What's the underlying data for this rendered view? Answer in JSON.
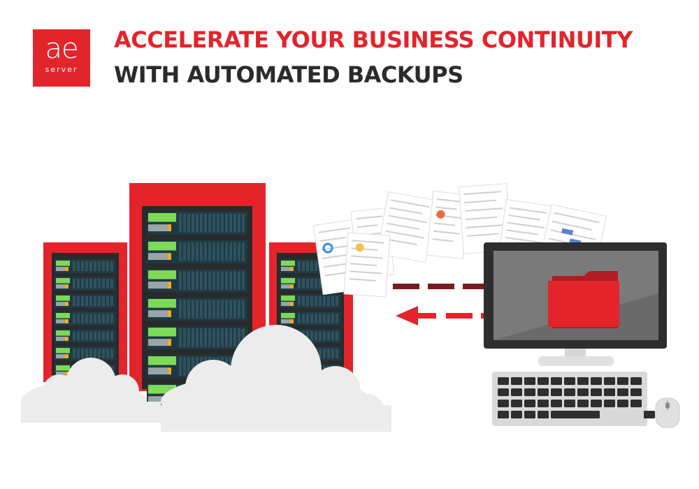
{
  "brand": {
    "logo_main": "ae",
    "logo_sub": "server"
  },
  "headline": {
    "line1": "ACCELERATE YOUR BUSINESS CONTINUITY",
    "line2": "WITH AUTOMATED BACKUPS"
  },
  "colors": {
    "brand_red": "#e3242b",
    "dark_red": "#7a1b1b",
    "headline_dark": "#2b2b2b",
    "led_green": "#7ed957",
    "cloud": "#ececec",
    "monitor": "#2e2e2e"
  },
  "icons": [
    "server-rack-icon",
    "cloud-icon",
    "document-icon",
    "folder-icon",
    "monitor-icon",
    "keyboard-icon",
    "mouse-icon",
    "arrow-right-icon",
    "arrow-left-icon"
  ]
}
